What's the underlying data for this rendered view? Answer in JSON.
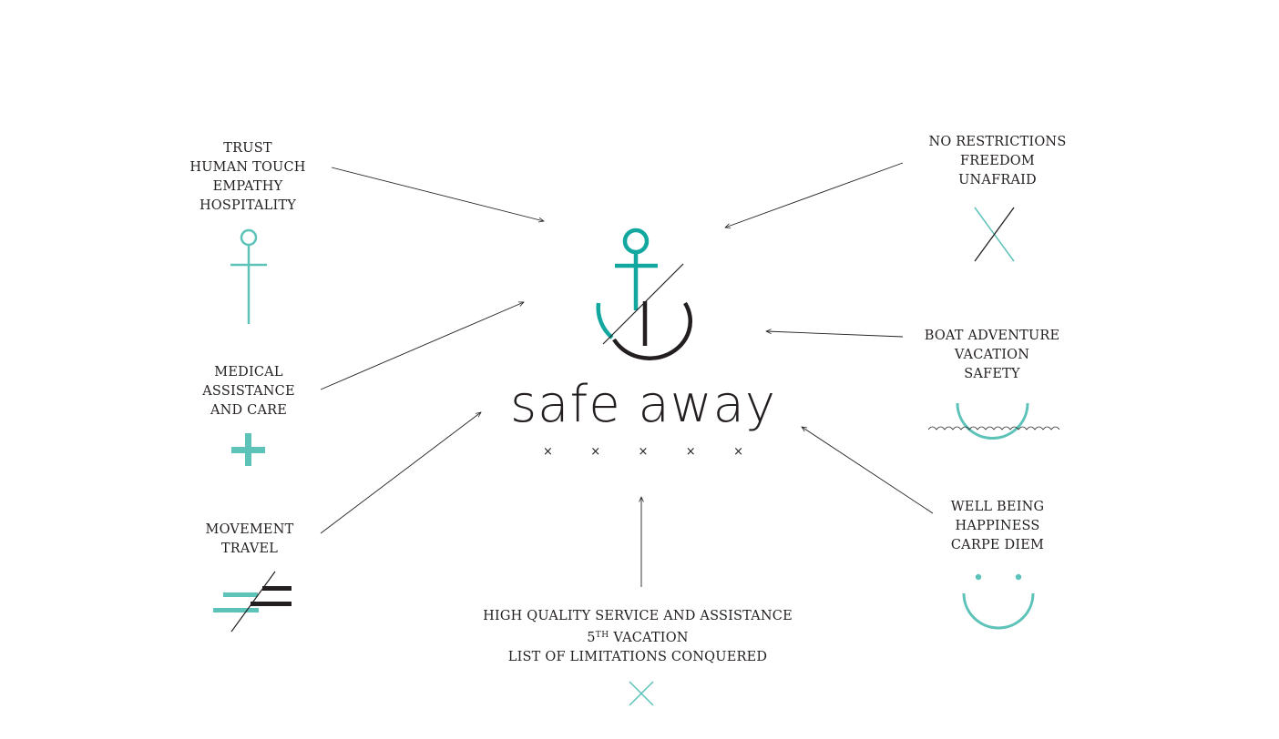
{
  "colors": {
    "teal": "#5dc3b9",
    "teal_dark": "#12a8a0",
    "ink": "#231f20"
  },
  "brand": {
    "logo_icon": "anchor-icon",
    "name": "safe away",
    "dots": [
      "×",
      "×",
      "×",
      "×",
      "×"
    ]
  },
  "groups": {
    "trust": {
      "lines": [
        "TRUST",
        "HUMAN TOUCH",
        "EMPATHY",
        "HOSPITALITY"
      ],
      "icon": "teal-cross-post-icon"
    },
    "medical": {
      "lines": [
        "MEDICAL",
        "ASSISTANCE",
        "AND CARE"
      ],
      "icon": "plus-icon"
    },
    "movement": {
      "lines": [
        "MOVEMENT",
        "TRAVEL"
      ],
      "icon": "movement-stripes-icon"
    },
    "quality": {
      "line1": "HIGH QUALITY SERVICE AND ASSISTANCE",
      "line2_num": "5",
      "line2_sup": "TH",
      "line2_text": " VACATION",
      "line3": "LIST OF LIMITATIONS CONQUERED",
      "icon": "x-icon"
    },
    "freedom": {
      "lines": [
        "NO RESTRICTIONS",
        "FREEDOM",
        "UNAFRAID"
      ],
      "icon": "crossed-lines-icon"
    },
    "boat": {
      "lines": [
        "BOAT ADVENTURE",
        "VACATION",
        "SAFETY"
      ],
      "icon": "hull-waves-icon"
    },
    "wellbeing": {
      "lines": [
        "WELL BEING",
        "HAPPINESS",
        "CARPE DIEM"
      ],
      "icon": "smile-icon"
    }
  }
}
